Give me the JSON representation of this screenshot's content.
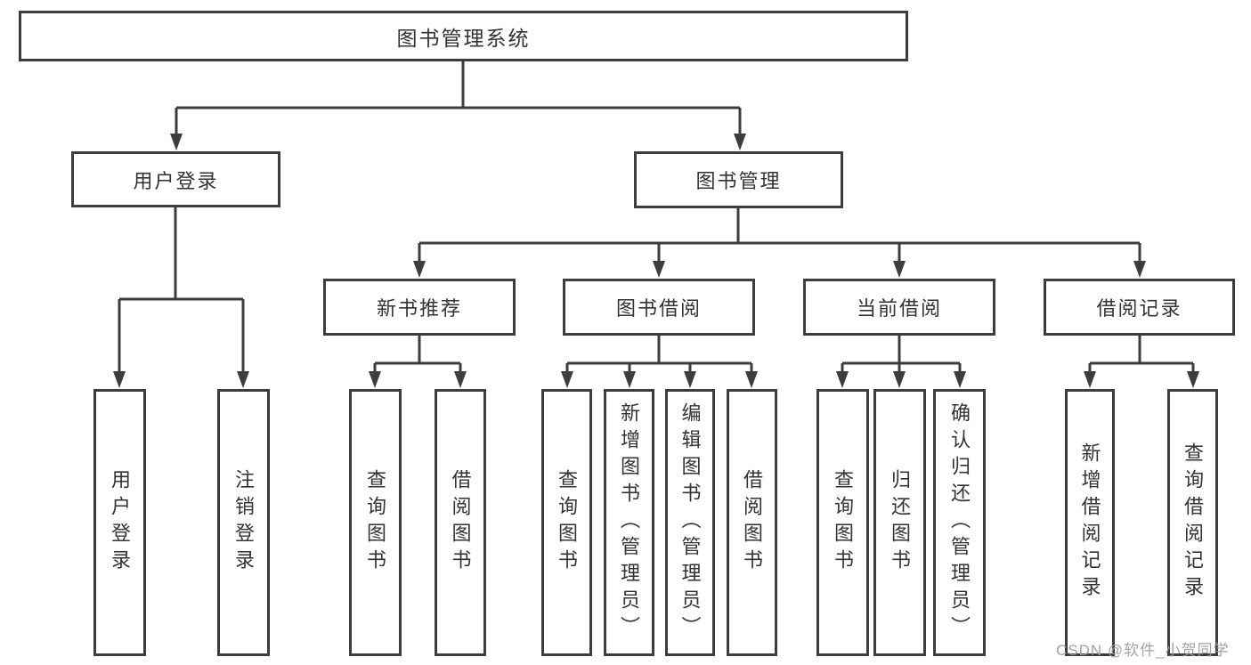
{
  "nodes": {
    "root": "图书管理系统",
    "level2": [
      "用户登录",
      "图书管理"
    ],
    "level3": [
      "新书推荐",
      "图书借阅",
      "当前借阅",
      "借阅记录"
    ],
    "leaves": [
      "用户登录",
      "注销登录",
      "查询图书",
      "借阅图书",
      "查询图书",
      "新增图书（管理员）",
      "编辑图书（管理员）",
      "借阅图书",
      "查询图书",
      "归还图书",
      "确认归还（管理员）",
      "新增借阅记录",
      "查询借阅记录"
    ]
  },
  "hierarchy": {
    "label": "图书管理系统",
    "children": [
      {
        "label": "用户登录",
        "children": [
          {
            "label": "用户登录"
          },
          {
            "label": "注销登录"
          }
        ]
      },
      {
        "label": "图书管理",
        "children": [
          {
            "label": "新书推荐",
            "children": [
              {
                "label": "查询图书"
              },
              {
                "label": "借阅图书"
              }
            ]
          },
          {
            "label": "图书借阅",
            "children": [
              {
                "label": "查询图书"
              },
              {
                "label": "新增图书（管理员）"
              },
              {
                "label": "编辑图书（管理员）"
              },
              {
                "label": "借阅图书"
              }
            ]
          },
          {
            "label": "当前借阅",
            "children": [
              {
                "label": "查询图书"
              },
              {
                "label": "归还图书"
              },
              {
                "label": "确认归还（管理员）"
              }
            ]
          },
          {
            "label": "借阅记录",
            "children": [
              {
                "label": "新增借阅记录"
              },
              {
                "label": "查询借阅记录"
              }
            ]
          }
        ]
      }
    ]
  },
  "watermark": "CSDN @软件_小贺同学",
  "colors": {
    "line": "#3d3d3d",
    "box_border": "#3d3d3d",
    "text": "#333333",
    "background": "#ffffff",
    "watermark": "#9c9c9c"
  }
}
